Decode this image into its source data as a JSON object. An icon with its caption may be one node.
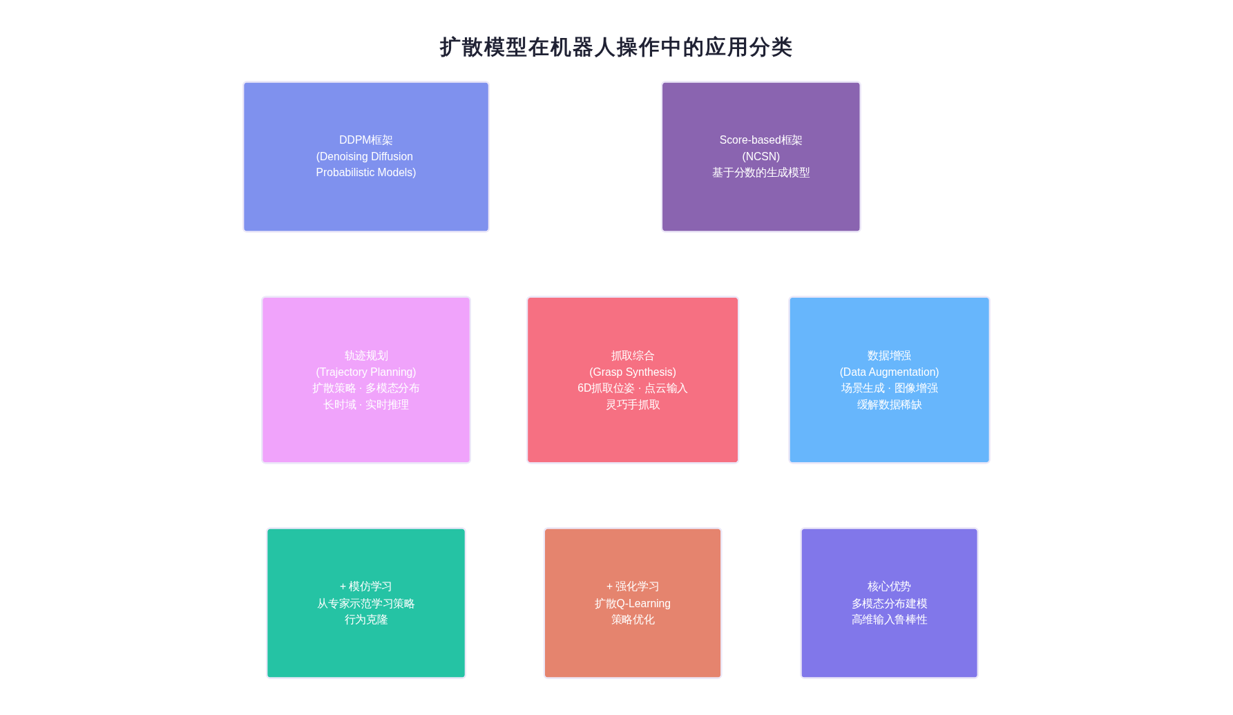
{
  "diagram": {
    "title": "扩散模型在机器人操作中的应用分类",
    "nodes": [
      {
        "text": [
          "DDPM框架",
          "(Denoising Diffusion Probabilistic Models)"
        ]
      },
      {
        "text": [
          "Score-based框架",
          "(NCSN)",
          "基于分数的生成模型"
        ]
      },
      {
        "text": [
          "轨迹规划",
          "(Trajectory Planning)",
          "扩散策略 · 多模态分布",
          "长时域 · 实时推理"
        ]
      },
      {
        "text": [
          "抓取综合",
          "(Grasp Synthesis)",
          "6D抓取位姿 · 点云输入",
          "灵巧手抓取"
        ]
      },
      {
        "text": [
          "数据增强",
          "(Data Augmentation)",
          "场景生成 · 图像增强",
          "缓解数据稀缺"
        ]
      },
      {
        "text": [
          "+ 模仿学习",
          "从专家示范学习策略",
          "行为克隆"
        ]
      },
      {
        "text": [
          "+ 强化学习",
          "扩散Q-Learning",
          "策略优化"
        ]
      },
      {
        "text": [
          "核心优势",
          "多模态分布建模",
          "高维输入鲁棒性"
        ]
      }
    ]
  }
}
